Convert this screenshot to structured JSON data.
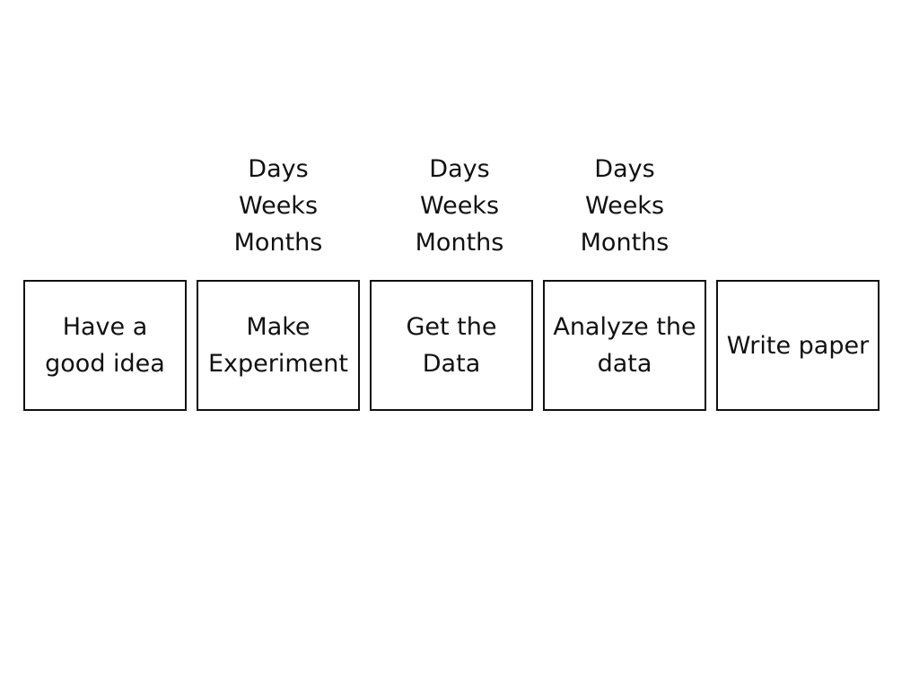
{
  "steps": [
    {
      "label": "Have a good idea"
    },
    {
      "label": "Make Experiment",
      "durations": [
        "Days",
        "Weeks",
        "Months"
      ]
    },
    {
      "label": "Get the Data",
      "durations": [
        "Days",
        "Weeks",
        "Months"
      ]
    },
    {
      "label": "Analyze the data",
      "durations": [
        "Days",
        "Weeks",
        "Months"
      ]
    },
    {
      "label": "Write paper"
    }
  ]
}
